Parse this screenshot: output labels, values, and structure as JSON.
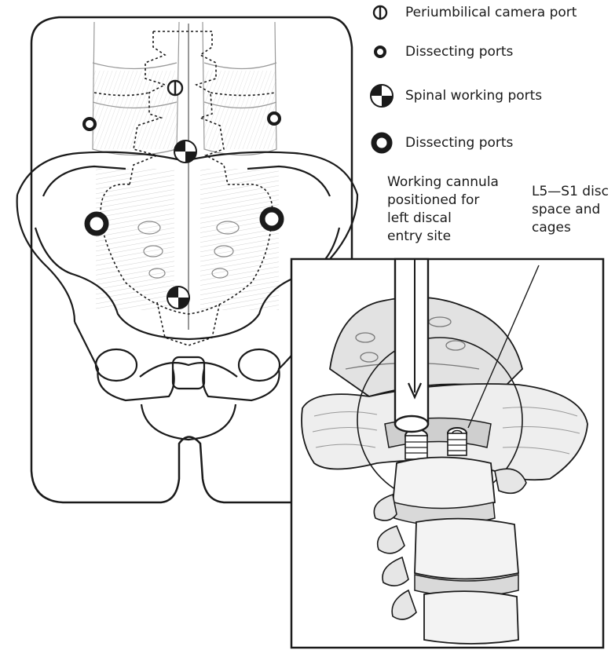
{
  "legend": {
    "items": [
      {
        "symbol": "camera-port-icon",
        "label": "Periumbilical camera port"
      },
      {
        "symbol": "small-dissecting-port-icon",
        "label": "Dissecting ports"
      },
      {
        "symbol": "spinal-working-port-icon",
        "label": "Spinal working ports"
      },
      {
        "symbol": "large-dissecting-port-icon",
        "label": "Dissecting ports"
      }
    ]
  },
  "annotations": {
    "cannula_label": {
      "line1": "Working cannula",
      "line2": "positioned for",
      "line3": "left discal",
      "line4": "entry site"
    },
    "disc_label": {
      "line1": "L5—S1 disc",
      "line2": "space and",
      "line3": "cages"
    }
  },
  "colors": {
    "ink": "#1a1a1a",
    "shade": "#b5b5b5",
    "paper": "#ffffff"
  }
}
